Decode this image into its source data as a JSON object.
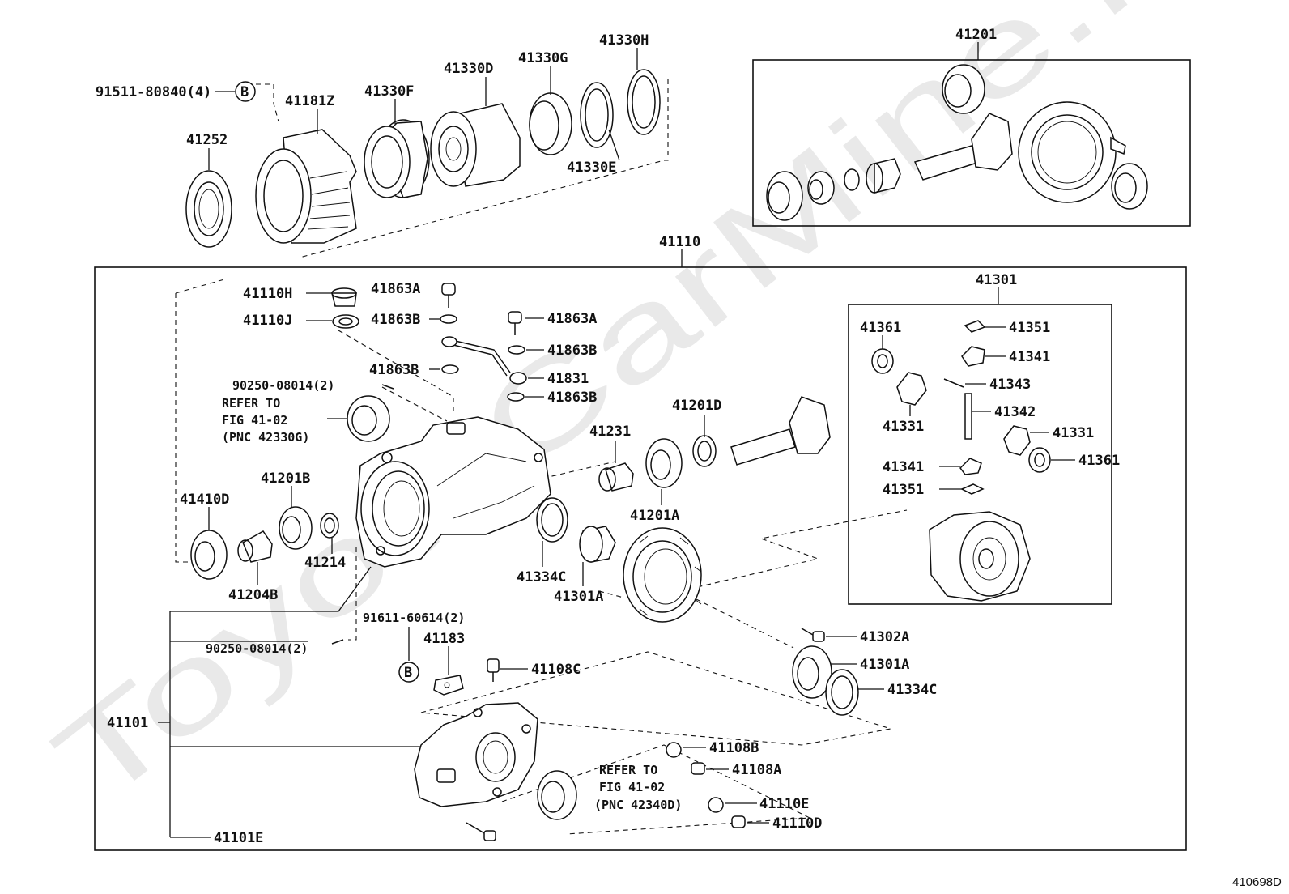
{
  "figure_id": "410698D",
  "watermark": "ToyotaCarMine.ru",
  "circle_marker": "B",
  "groups": {
    "g41201": "41201",
    "g41110": "41110",
    "g41301": "41301",
    "g41101": "41101"
  },
  "refer_notes": [
    {
      "line1": "REFER TO",
      "line2": "FIG 41-02",
      "line3": "(PNC 42330G)"
    },
    {
      "line1": "REFER TO",
      "line2": "FIG 41-02",
      "line3": "(PNC 42340D)"
    }
  ],
  "labels": {
    "l91511": "91511-80840(4)",
    "l41252": "41252",
    "l41181Z": "41181Z",
    "l41330F": "41330F",
    "l41330D": "41330D",
    "l41330G": "41330G",
    "l41330H": "41330H",
    "l41330E": "41330E",
    "l41110H": "41110H",
    "l41110J": "41110J",
    "l41863A_1": "41863A",
    "l41863B_1": "41863B",
    "l41863A_2": "41863A",
    "l41863B_2": "41863B",
    "l41863B_3": "41863B",
    "l41831": "41831",
    "l41863B_4": "41863B",
    "l90250_1": "90250-08014(2)",
    "l41201D": "41201D",
    "l41231": "41231",
    "l41201A_1": "41201A",
    "l41410D": "41410D",
    "l41201B": "41201B",
    "l41214": "41214",
    "l41204B": "41204B",
    "l41334C_1": "41334C",
    "l41301A_1": "41301A",
    "l91611": "91611-60614(2)",
    "l41183": "41183",
    "l90250_2": "90250-08014(2)",
    "l41108C": "41108C",
    "l41302A": "41302A",
    "l41301A_2": "41301A",
    "l41334C_2": "41334C",
    "l41108B": "41108B",
    "l41108A": "41108A",
    "l41110E": "41110E",
    "l41110D": "41110D",
    "l41101E": "41101E",
    "l41361_1": "41361",
    "l41351_1": "41351",
    "l41341_1": "41341",
    "l41343": "41343",
    "l41342": "41342",
    "l41331_1": "41331",
    "l41331_2": "41331",
    "l41341_2": "41341",
    "l41361_2": "41361",
    "l41351_2": "41351"
  }
}
